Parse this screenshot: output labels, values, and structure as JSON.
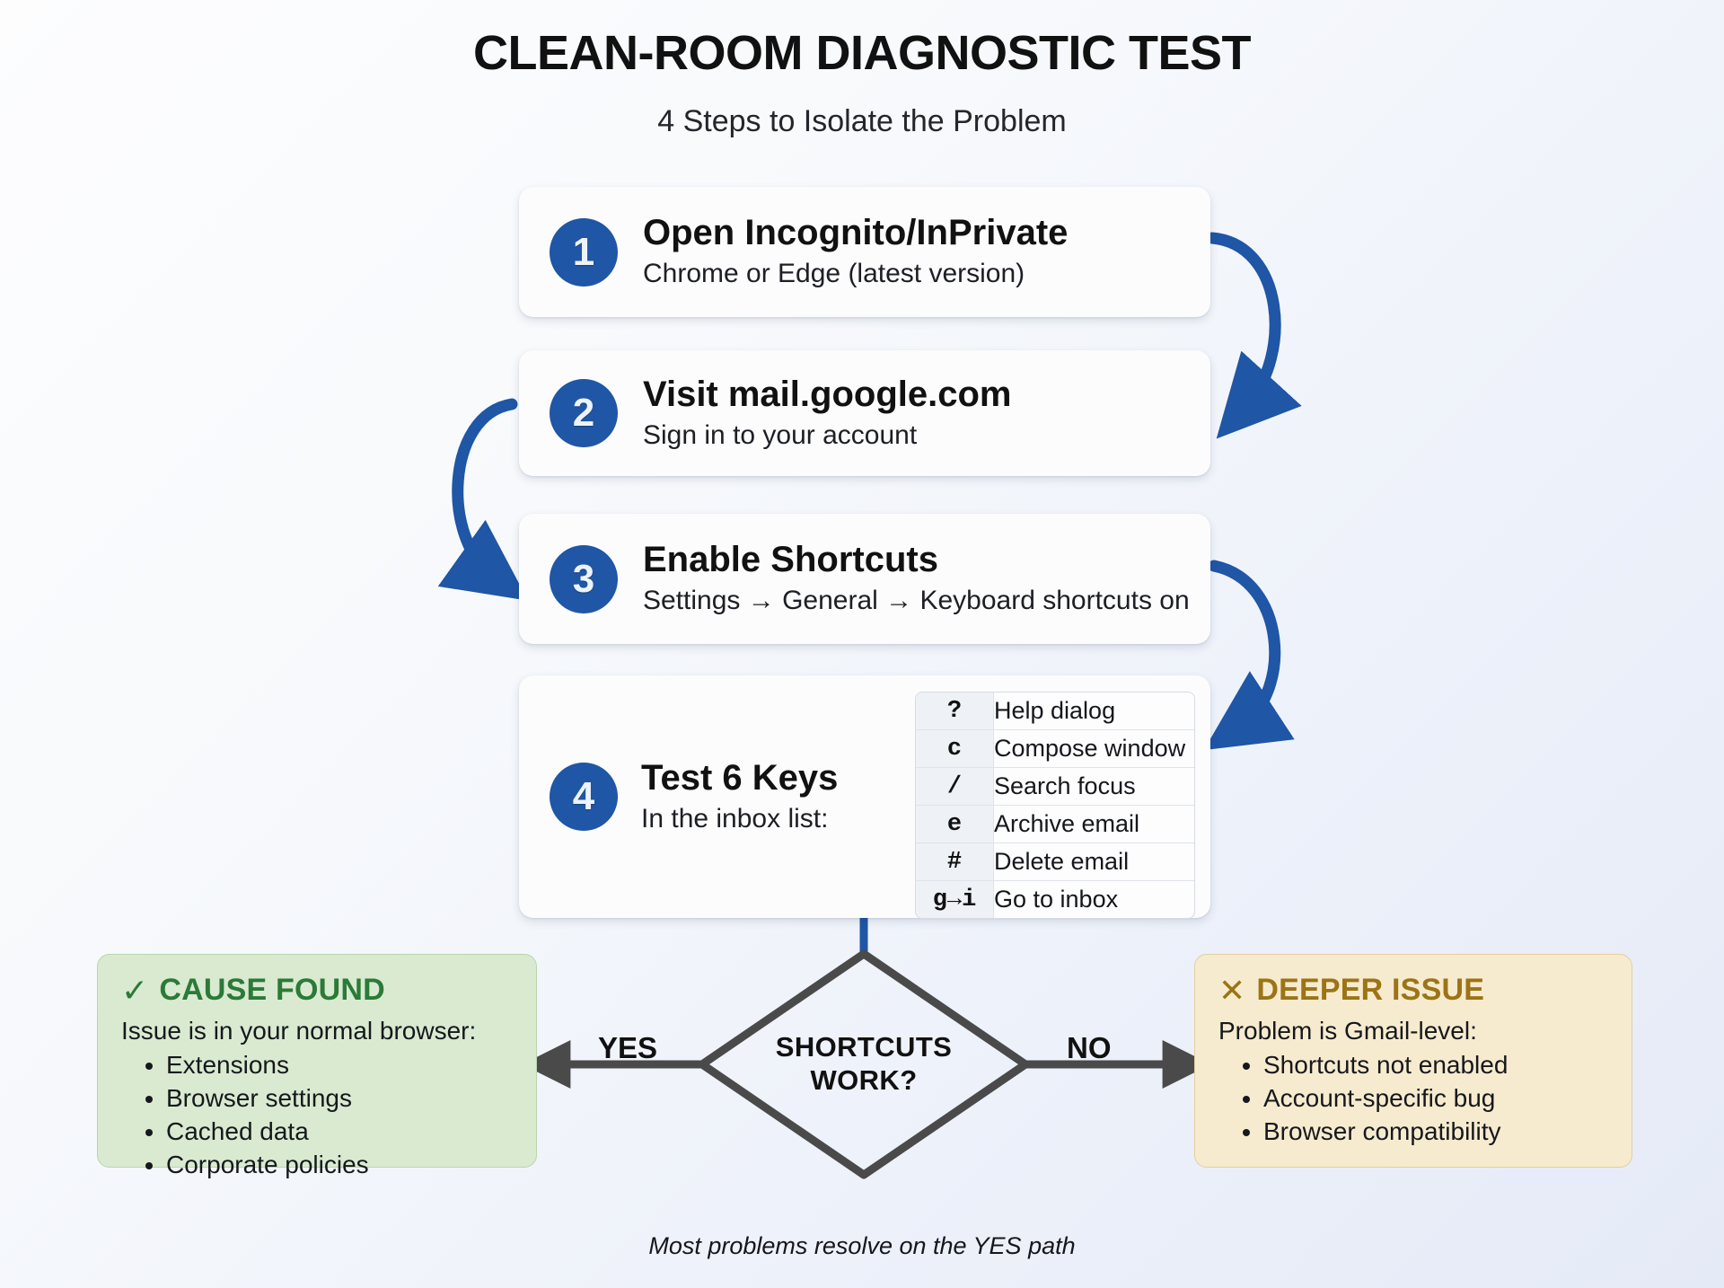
{
  "header": {
    "title": "CLEAN-ROOM DIAGNOSTIC TEST",
    "subtitle": "4 Steps to Isolate the Problem"
  },
  "steps": [
    {
      "number": "1",
      "heading": "Open Incognito/InPrivate",
      "sub": "Chrome or Edge (latest version)"
    },
    {
      "number": "2",
      "heading": "Visit mail.google.com",
      "sub": "Sign in to your account"
    },
    {
      "number": "3",
      "heading": "Enable Shortcuts",
      "sub": "Settings → General → Keyboard shortcuts on"
    },
    {
      "number": "4",
      "heading": "Test 6 Keys",
      "sub": "In the inbox list:"
    }
  ],
  "keytable": {
    "rows": [
      {
        "key": "?",
        "desc": "Help dialog"
      },
      {
        "key": "c",
        "desc": "Compose window"
      },
      {
        "key": "/",
        "desc": "Search focus"
      },
      {
        "key": "e",
        "desc": "Archive email"
      },
      {
        "key": "#",
        "desc": "Delete email"
      },
      {
        "key": "g→i",
        "desc": "Go to inbox"
      }
    ]
  },
  "decision": {
    "line1": "SHORTCUTS",
    "line2": "WORK?",
    "yes_label": "YES",
    "no_label": "NO"
  },
  "outcomes": {
    "good": {
      "mark": "✓",
      "title": "CAUSE FOUND",
      "lead": "Issue is in your normal browser:",
      "items": [
        "Extensions",
        "Browser settings",
        "Cached data",
        "Corporate policies"
      ]
    },
    "bad": {
      "mark": "✕",
      "title": "DEEPER ISSUE",
      "lead": "Problem is Gmail-level:",
      "items": [
        "Shortcuts not enabled",
        "Account-specific bug",
        "Browser compatibility"
      ]
    }
  },
  "footnote": "Most problems resolve on the YES path",
  "colors": {
    "accent_blue": "#1f56a5",
    "good_green": "#2b7a37",
    "bad_amber": "#9c7415",
    "flow_gray": "#4a4a4a"
  }
}
